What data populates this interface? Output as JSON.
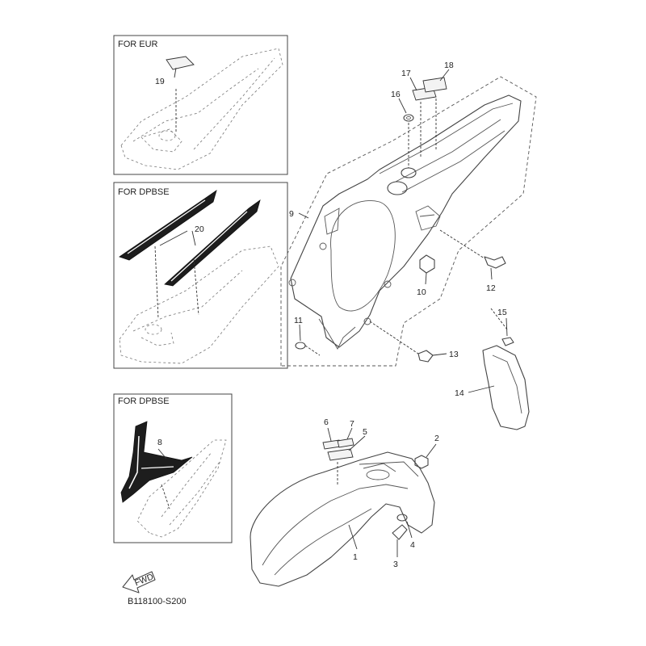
{
  "insets": {
    "eur": {
      "label": "FOR EUR"
    },
    "dpbse_rear": {
      "label": "FOR DPBSE"
    },
    "dpbse_front": {
      "label": "FOR DPBSE"
    }
  },
  "callouts": {
    "c1": "1",
    "c2": "2",
    "c3": "3",
    "c4": "4",
    "c5": "5",
    "c6": "6",
    "c7": "7",
    "c8": "8",
    "c9": "9",
    "c10": "10",
    "c11": "11",
    "c12": "12",
    "c13": "13",
    "c14": "14",
    "c15": "15",
    "c16": "16",
    "c17": "17",
    "c18": "18",
    "c19": "19",
    "c20": "20"
  },
  "fwd_label": "FWD",
  "reference_code": "B118100-S200"
}
